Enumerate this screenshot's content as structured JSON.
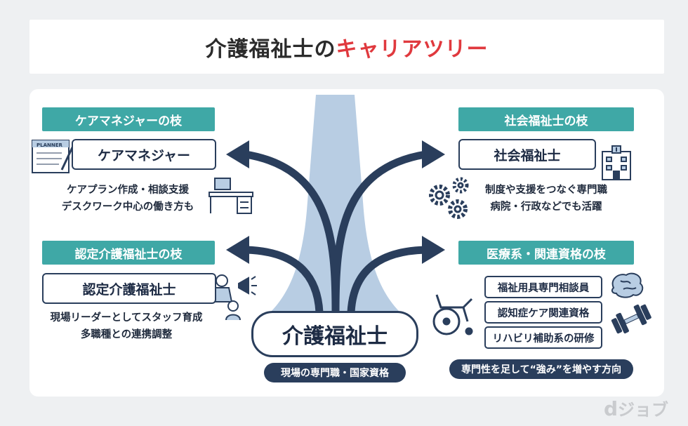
{
  "title": {
    "part1": "介護福祉士の",
    "part2": "キャリアツリー"
  },
  "branches": {
    "care_manager": {
      "tag": "ケアマネジャーの枝",
      "box": "ケアマネジャー",
      "desc": [
        "ケアプラン作成・相談支援",
        "デスクワーク中心の働き方も"
      ],
      "icon_text": "PLANNER"
    },
    "social_worker": {
      "tag": "社会福祉士の枝",
      "box": "社会福祉士",
      "desc": [
        "制度や支援をつなぐ専門職",
        "病院・行政などでも活躍"
      ]
    },
    "certified_care": {
      "tag": "認定介護福祉士の枝",
      "box": "認定介護福祉士",
      "desc": [
        "現場リーダーとしてスタッフ育成",
        "多職種との連携調整"
      ]
    },
    "medical": {
      "tag": "医療系・関連資格の枝",
      "items": [
        "福祉用具専門相談員",
        "認知症ケア関連資格",
        "リハビリ補助系の研修"
      ],
      "pill": "専門性を足して“強み”を増やす方向"
    }
  },
  "center": {
    "label": "介護福祉士",
    "pill": "現場の専門職・国家資格"
  },
  "logo": {
    "d": "d",
    "text": "ジョブ"
  },
  "colors": {
    "teal": "#3fa8a6",
    "navy": "#2a3e5c",
    "accent": "#e0393e",
    "trunk": "#b8cde3"
  },
  "icons": [
    "planner-icon",
    "desk-icon",
    "building-icon",
    "gears-icon",
    "leader-megaphone-icon",
    "brain-icon",
    "wheelchair-icon",
    "dumbbell-icon"
  ]
}
